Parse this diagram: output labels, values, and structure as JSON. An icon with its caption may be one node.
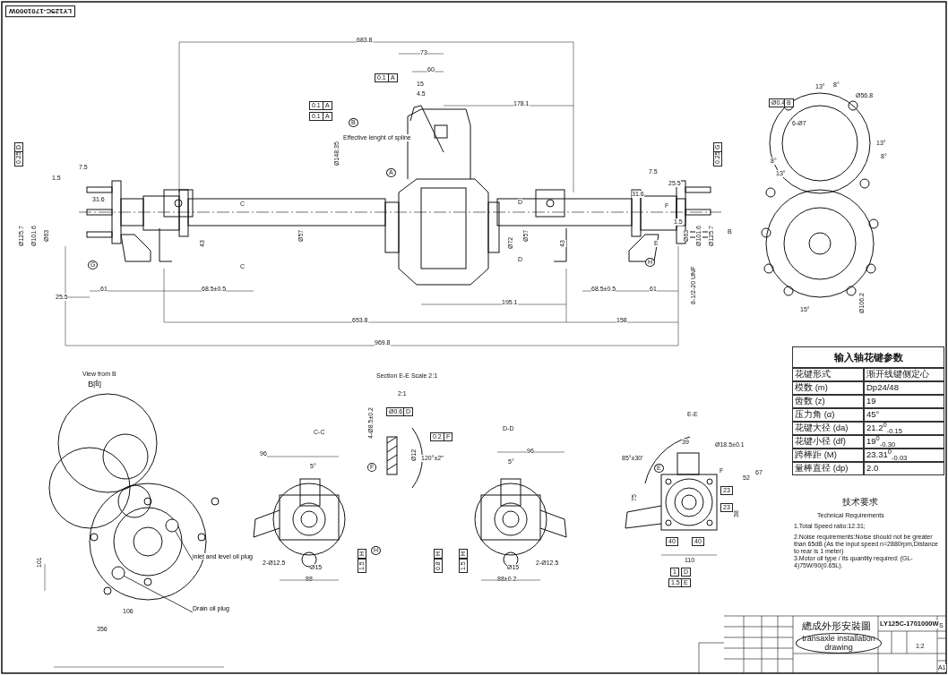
{
  "diagram": {
    "nodes": [
      {
        "text": [
          "inlet and level oil plug"
        ]
      },
      {
        "text": [],
        "shape": "circle"
      },
      {
        "text": [
          "Drain oil plug"
        ]
      },
      {
        "text": [],
        "shape": "circle"
      }
    ],
    "edges": [
      {
        "from": 0,
        "to": 1,
        "arrow": "none"
      },
      {
        "from": 2,
        "to": 3,
        "arrow": "none"
      }
    ],
    "labels": [
      "LY125C-1701000W",
      "683.8",
      "73",
      "60",
      "0.1",
      "A",
      "15",
      "4.5",
      "0.1",
      "A",
      "0.1",
      "A",
      "178.1",
      "B",
      "Effective lenght of spline",
      "Ø148.35",
      "0.25",
      "D",
      "0.25",
      "G",
      "7.5",
      "1.5",
      "31.6",
      "Ø125.7",
      "Ø101.6",
      "Ø63",
      "G",
      "C",
      "C",
      "43",
      "Ø57",
      "A",
      "Ø72",
      "D",
      "D",
      "Ø57",
      "43",
      "7.5",
      "25.5",
      "31.6",
      "F",
      "1.5",
      "Ø63",
      "Ø101.6",
      "Ø125.7",
      "H",
      "E",
      "B",
      "25.5",
      "61",
      "68.5±0.5",
      "195.1",
      "68.5±0.5",
      "61",
      "8-1/2-20 UNF",
      "653.8",
      "158",
      "969.8",
      "Ø0.4",
      "B",
      "6-Ø7",
      "13°",
      "8°",
      "Ø56.8",
      "13°",
      "8°",
      "8°",
      "13°",
      "15°",
      "Ø106.2",
      "View from B",
      "B向",
      "101",
      "106",
      "356",
      "Section E-E Scale 2:1",
      "2:1",
      "Ø0.6",
      "D",
      "4-Ø8.5±0.2",
      "0.2",
      "F",
      "Ø12",
      "120°±2″",
      "F",
      "C-C",
      "96",
      "5°",
      "2-Ø12.5",
      "Ø15",
      "88",
      "1.5",
      "H",
      "H",
      "D-D",
      "96",
      "5°",
      "0.8",
      "H",
      "1.5",
      "H",
      "Ø15",
      "2-Ø12.5",
      "88±0.2",
      "E-E",
      "39",
      "Ø18.5±0.1",
      "85°±30′",
      "E",
      "F",
      "52",
      "67",
      "75",
      "23",
      "23",
      "38",
      "40",
      "40",
      "110",
      "1",
      "D",
      "1.5",
      "E",
      "输入轴花键参数",
      "花键形式",
      "渐开线键侧定心",
      "模数 (m)",
      "Dp24/48",
      "齿数 (z)",
      "19",
      "压力角 (α)",
      "45°",
      "花键大径 (da)",
      "21.2$^{0}$$_{-0.15}$",
      "花键小径 (df)",
      "19$^{0}$$_{-0.30}$",
      "跨棒距 (M)",
      "23.31$^{0}$$_{-0.03}$",
      "量棒直径 (dp)",
      "2.0",
      "技术要求",
      "Technical Requirements",
      "1.Total Speed ratio:12.31;",
      "2.Noise requirements:Noise should not be greater than 65dB (As the input speed n=2880rpm,Distance to rear is 1 meter)",
      "3.Motor oil type / its quantity required: (GL-4)75W/90(0.65L).",
      "總成外形安裝圖",
      "transaxle installation drawing",
      "LY125C-1701000W",
      "S",
      "1:2",
      "A1"
    ]
  }
}
